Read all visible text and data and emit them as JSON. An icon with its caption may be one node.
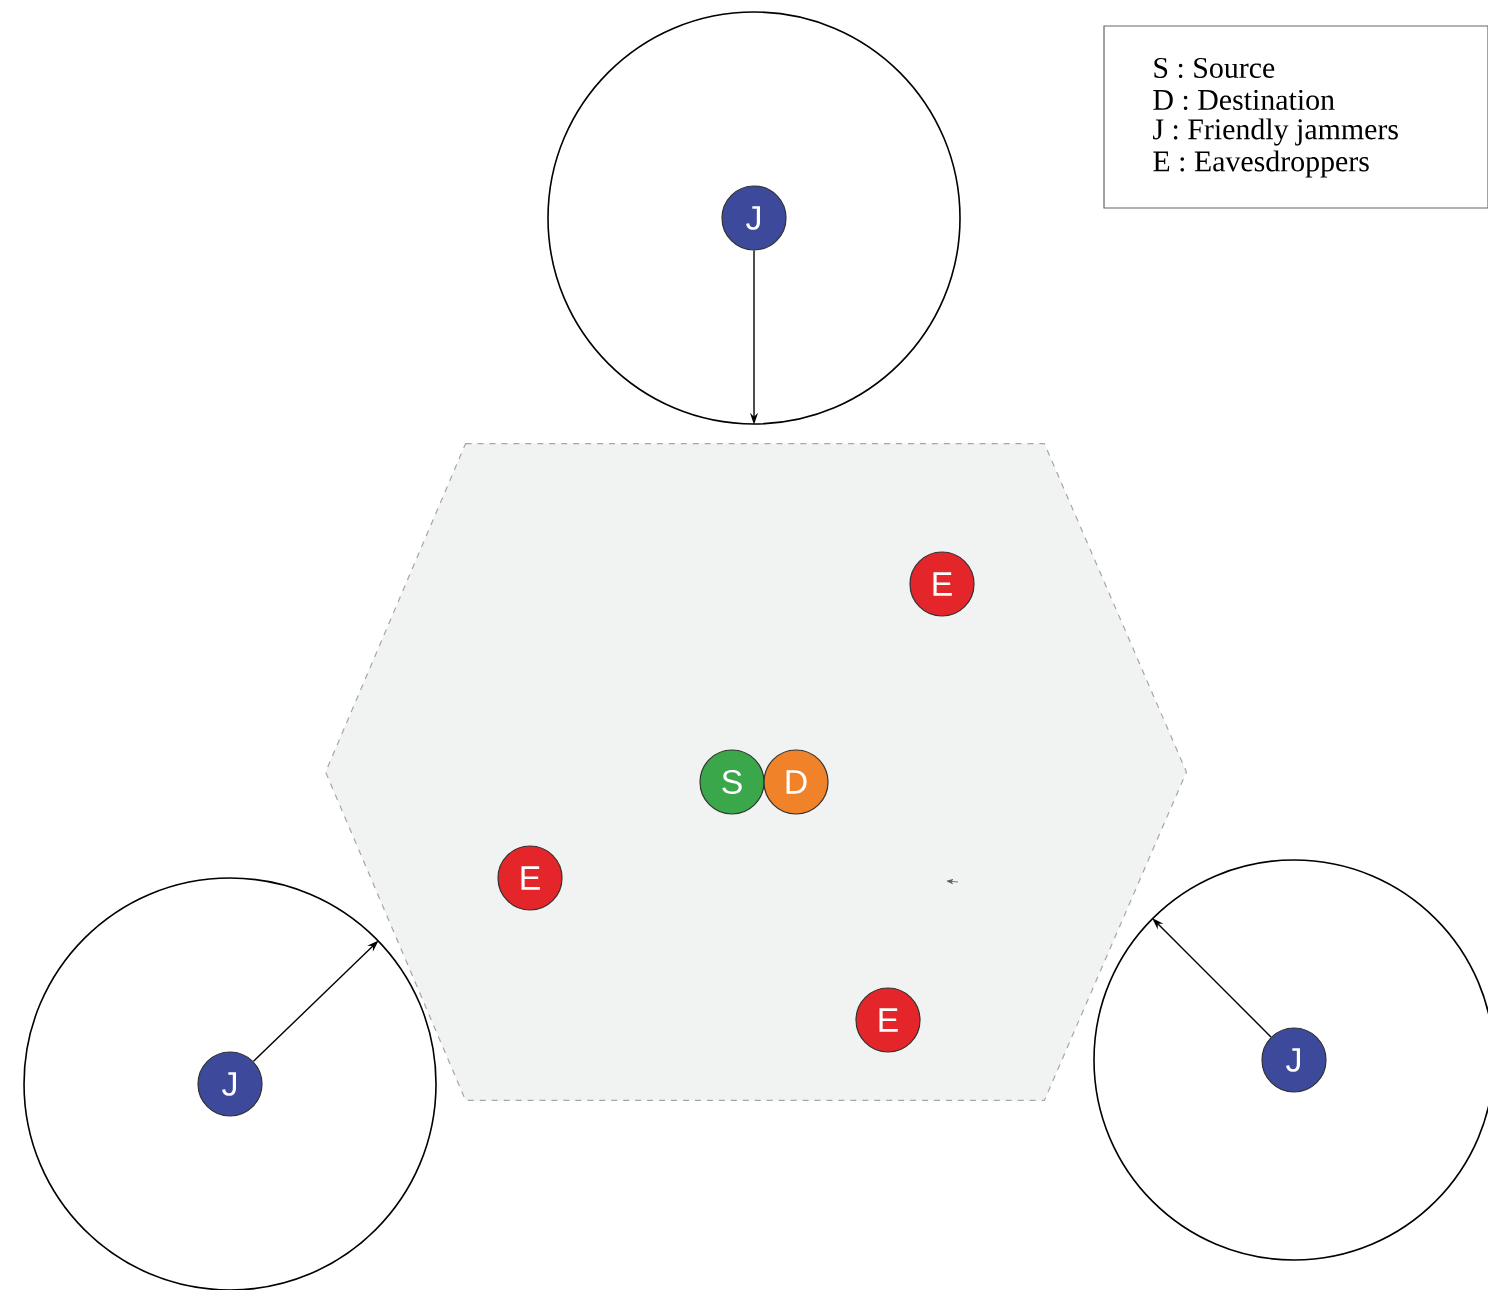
{
  "diagram": {
    "nodes": [
      {
        "text": [],
        "shape": "circle"
      },
      {
        "text": [
          "J"
        ],
        "in": 0
      },
      {
        "text": [],
        "shape": "hexagon"
      },
      {
        "text": [
          "E"
        ],
        "in": 2
      },
      {
        "text": [
          "S"
        ],
        "in": 2
      },
      {
        "text": [
          "D"
        ],
        "in": 2
      },
      {
        "text": [
          "E"
        ],
        "in": 2
      },
      {
        "text": [
          "E"
        ],
        "in": 2
      },
      {
        "text": [],
        "shape": "circle"
      },
      {
        "text": [
          "J"
        ],
        "in": 8
      },
      {
        "text": [],
        "shape": "circle"
      },
      {
        "text": [
          "J"
        ],
        "in": 10
      }
    ],
    "edges": [
      {
        "from": 1,
        "to": 0,
        "arrow": "to"
      },
      {
        "from": 9,
        "to": 8,
        "arrow": "to"
      },
      {
        "from": 11,
        "to": 10,
        "arrow": "to"
      }
    ],
    "legend": [
      {
        "text": "S : Source"
      },
      {
        "text": "D : Destination"
      },
      {
        "text": "J : Friendly jammers"
      },
      {
        "text": "E : Eavesdroppers"
      }
    ]
  }
}
